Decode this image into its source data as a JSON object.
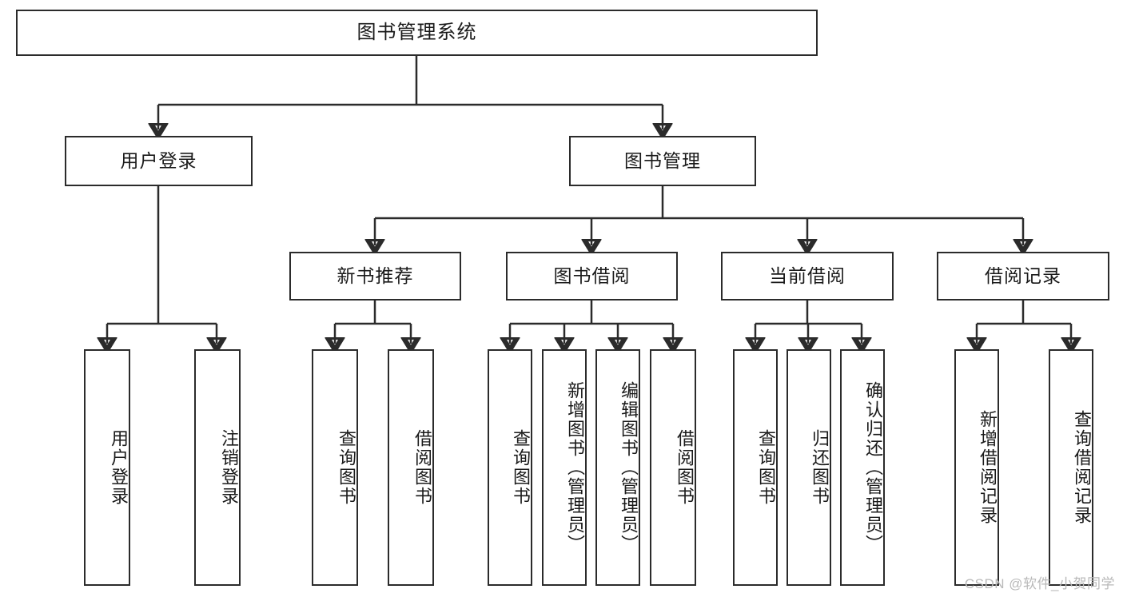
{
  "diagram": {
    "type": "tree",
    "title": "图书管理系统",
    "root": {
      "label": "图书管理系统"
    },
    "level2": [
      {
        "label": "用户登录"
      },
      {
        "label": "图书管理"
      }
    ],
    "level3": [
      {
        "label": "新书推荐"
      },
      {
        "label": "图书借阅"
      },
      {
        "label": "当前借阅"
      },
      {
        "label": "借阅记录"
      }
    ],
    "leaves": {
      "user_login": [
        {
          "label": "用户登录"
        },
        {
          "label": "注销登录"
        }
      ],
      "new_book": [
        {
          "label": "查询图书"
        },
        {
          "label": "借阅图书"
        }
      ],
      "book_borrow": [
        {
          "label": "查询图书"
        },
        {
          "label": "新增图书（管理员）"
        },
        {
          "label": "编辑图书（管理员）"
        },
        {
          "label": "借阅图书"
        }
      ],
      "current_borrow": [
        {
          "label": "查询图书"
        },
        {
          "label": "归还图书"
        },
        {
          "label": "确认归还（管理员）"
        }
      ],
      "borrow_record": [
        {
          "label": "新增借阅记录"
        },
        {
          "label": "查询借阅记录"
        }
      ]
    }
  },
  "watermark": {
    "text": "CSDN @软件_小贺同学"
  },
  "colors": {
    "stroke": "#2b2b2b",
    "background": "#ffffff",
    "text": "#1a1a1a",
    "watermark": "#b9b9b9"
  }
}
